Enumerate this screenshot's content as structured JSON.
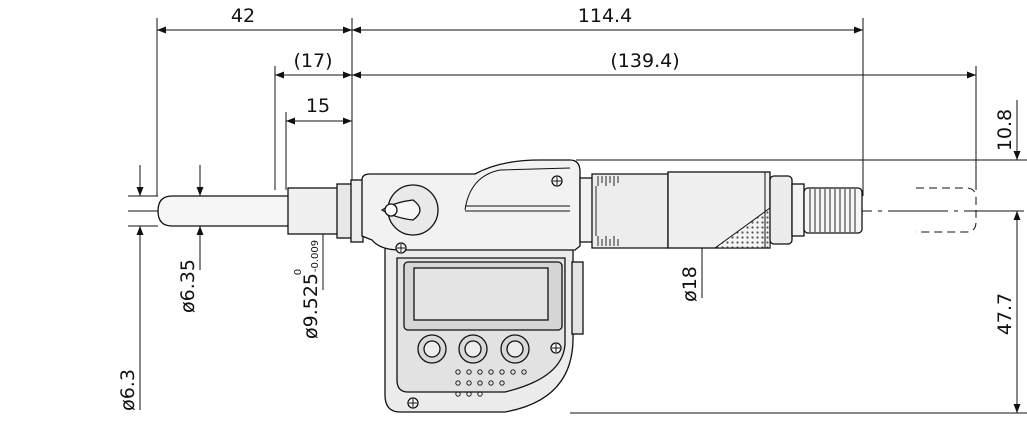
{
  "dimensions": {
    "d42": "42",
    "d114": "114.4",
    "d17": "(17)",
    "d139": "(139.4)",
    "d15": "15",
    "d108": "10.8",
    "d477": "47.7",
    "phi635": "ø6.35",
    "phi9525": "ø9.525",
    "tol_upper": "0",
    "tol_lower": "-0.009",
    "phi18": "ø18",
    "phi63": "ø6.3"
  },
  "colors": {
    "line": "#111111",
    "body_light": "#f2f2f2",
    "body_mid": "#e6e6e6",
    "body_dark": "#d8d8d8",
    "display": "#e9e9e9"
  }
}
